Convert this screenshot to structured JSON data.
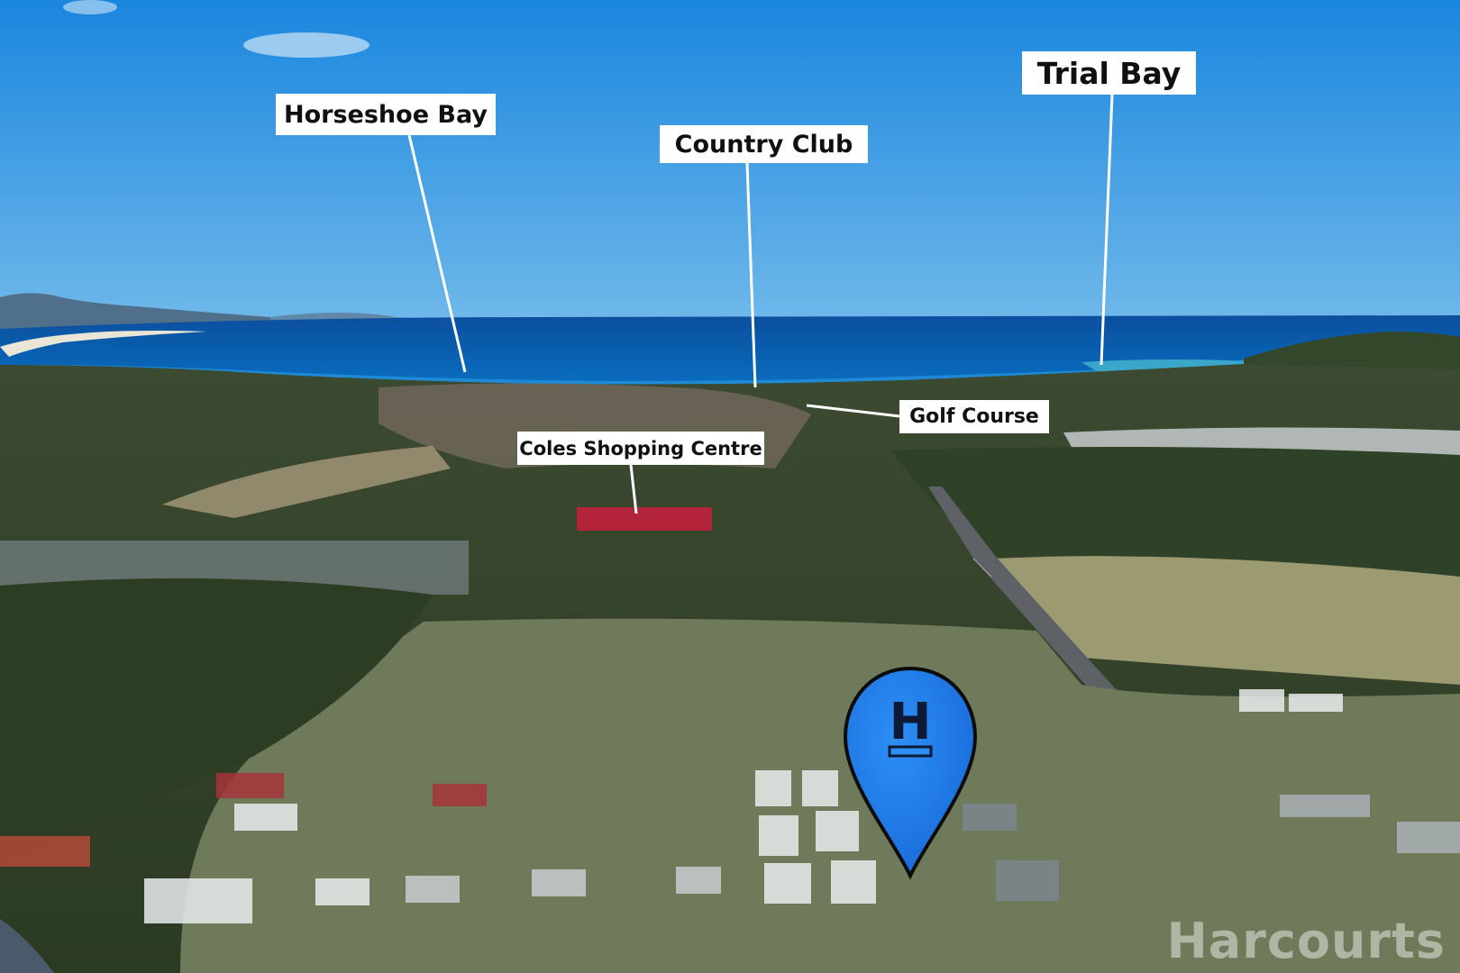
{
  "image": {
    "watermark": "Harcourts"
  },
  "labels": {
    "horseshoe_bay": "Horseshoe Bay",
    "country_club": "Country Club",
    "trial_bay": "Trial Bay",
    "golf_course": "Golf Course",
    "coles": "Coles Shopping Centre"
  },
  "marker": {
    "letter": "H",
    "color": "#1f7fe8",
    "icon": "harcourts-location-pin-icon"
  },
  "colors": {
    "sky": "#2a93e0",
    "ocean": "#0a5fb0",
    "forest": "#2e3a22",
    "label_bg": "#ffffff",
    "leader_line": "#ffffff"
  }
}
